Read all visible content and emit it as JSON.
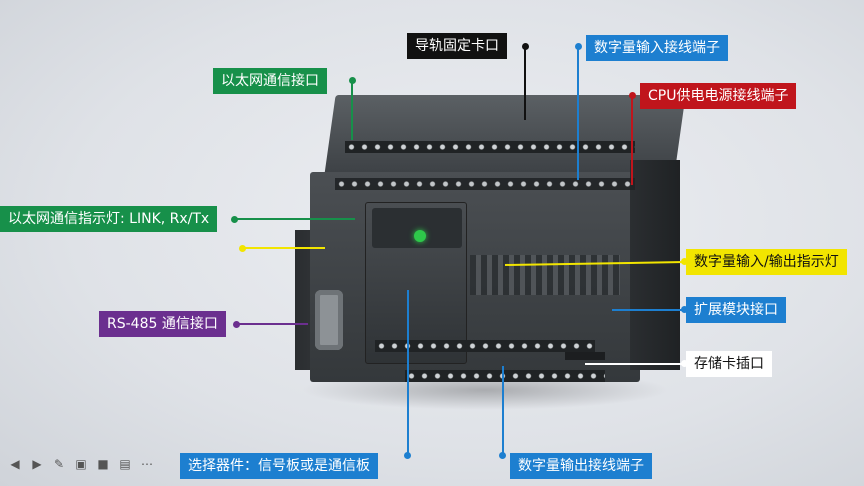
{
  "labels": {
    "din_rail": "导轨固定卡口",
    "digital_input_terminal": "数字量输入接线端子",
    "cpu_power_terminal": "CPU供电电源接线端子",
    "ethernet_port": "以太网通信接口",
    "ethernet_led": "以太网通信指示灯: LINK, Rx/Tx",
    "digital_io_led": "数字量输入/输出指示灯",
    "expansion_port": "扩展模块接口",
    "rs485_port": "RS-485 通信接口",
    "sd_slot": "存储卡插口",
    "option_board": "选择器件：信号板或是通信板",
    "digital_output_terminal": "数字量输出接线端子"
  },
  "colors": {
    "black": "#111111",
    "blue": "#1d7fd0",
    "red": "#c0151c",
    "green": "#17904a",
    "yellow": "#f2e500",
    "purple": "#6b2f8f",
    "white": "#ffffff"
  },
  "toolbar": {
    "icons": [
      "prev-icon",
      "play-icon",
      "edit-icon",
      "screen-icon",
      "camera-icon",
      "subtitle-icon",
      "more-icon"
    ]
  }
}
